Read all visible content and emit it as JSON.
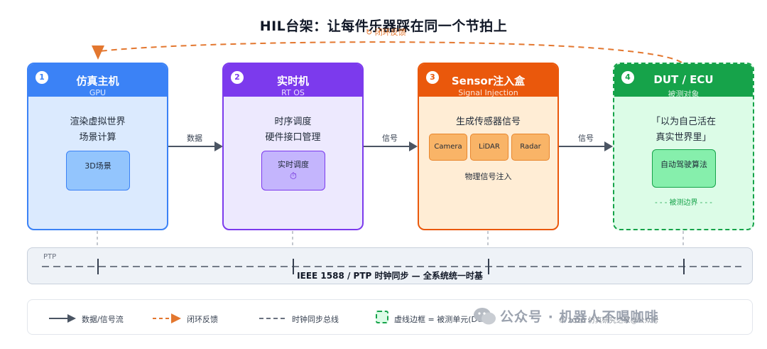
{
  "title": "HIL台架：让每件乐器踩在同一个节拍上",
  "loop_label": "↻ 闭环反馈",
  "colors": {
    "gpu": "#3b82f6",
    "rtos": "#7c3aed",
    "sensor": "#ea580c",
    "dut": "#16a34a",
    "loop": "#e3772f",
    "flow": "#4b5563"
  },
  "cards": [
    {
      "num": "1",
      "title": "仿真主机",
      "subtitle": "GPU",
      "lines": [
        "渲染虚拟世界",
        "场景计算"
      ],
      "inner": "3D场景"
    },
    {
      "num": "2",
      "title": "实时机",
      "subtitle": "RT OS",
      "lines": [
        "时序调度",
        "硬件接口管理"
      ],
      "inner": "实时调度",
      "inner_icon": "⏱"
    },
    {
      "num": "3",
      "title": "Sensor注入盒",
      "subtitle": "Signal Injection",
      "lines": [
        "生成传感器信号"
      ],
      "chips": [
        "Camera",
        "LiDAR",
        "Radar"
      ],
      "footer": "物理信号注入"
    },
    {
      "num": "4",
      "title": "DUT / ECU",
      "subtitle": "被测对象",
      "lines": [
        "「以为自己活在",
        "真实世界里」"
      ],
      "inner": "自动驾驶算法",
      "footer": "- - - 被测边界 - - -"
    }
  ],
  "arrows": [
    "数据",
    "信号",
    "信号"
  ],
  "ptp": {
    "label": "PTP",
    "main": "IEEE 1588 / PTP 时钟同步 — 全系统统一时基"
  },
  "legend": {
    "flow": "数据/信号流",
    "loop": "闭环反馈",
    "bus": "时钟同步总线",
    "dut": "虚线边框 = 被测单元(DUT)"
  },
  "watermark": "公众号 · 机器人不喝咖啡",
  "copyright": "© 2026 仿真研究之家@公众号"
}
